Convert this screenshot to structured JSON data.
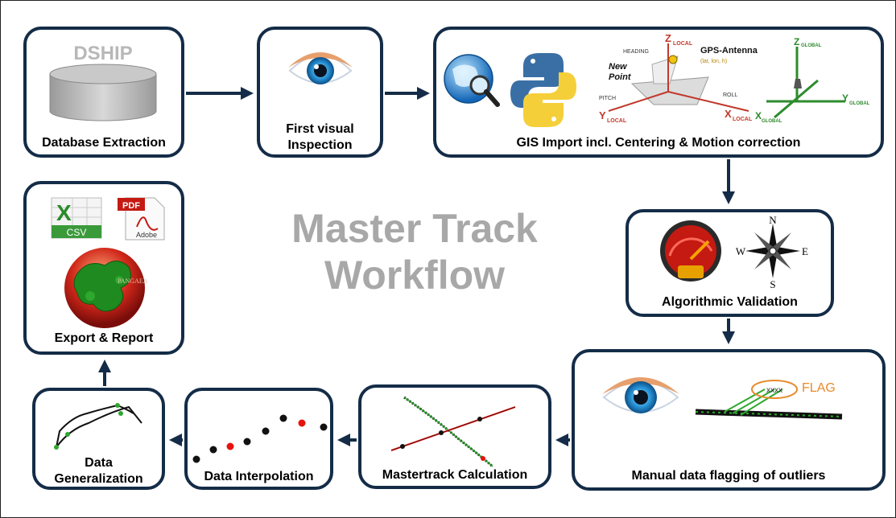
{
  "title": {
    "line1": "Master Track",
    "line2": "Workflow"
  },
  "steps": {
    "database_extraction": {
      "label": "Database Extraction",
      "icon_text": "DSHIP"
    },
    "first_visual_inspection": {
      "label_line1": "First visual",
      "label_line2": "Inspection"
    },
    "gis_import": {
      "label": "GIS Import incl. Centering & Motion correction",
      "heading": "HEADING",
      "z_local": "Z",
      "gps_antenna": "GPS-Antenna",
      "gps_coords": "(lat, lon, h)",
      "new_point_line1": "New",
      "new_point_line2": "Point",
      "pitch": "PITCH",
      "roll": "ROLL",
      "y_local": "Y",
      "x_local": "X",
      "local_sub": "LOCAL",
      "global_sub": "GLOBAL",
      "z_global": "Z",
      "y_global": "Y",
      "x_global": "X"
    },
    "algorithmic_validation": {
      "label": "Algorithmic Validation",
      "compass": {
        "n": "N",
        "s": "S",
        "e": "E",
        "w": "W"
      }
    },
    "manual_flagging": {
      "label": "Manual data flagging of outliers",
      "flag": "FLAG"
    },
    "mastertrack_calculation": {
      "label": "Mastertrack Calculation"
    },
    "data_interpolation": {
      "label": "Data Interpolation"
    },
    "data_generalization": {
      "label_line1": "Data",
      "label_line2": "Generalization"
    },
    "export_report": {
      "label": "Export & Report",
      "csv": "CSV",
      "pdf": "PDF",
      "adobe": "Adobe",
      "pangaea": "PANGAEA"
    }
  },
  "colors": {
    "box_border": "#142c47",
    "arrow": "#142c47",
    "title": "#a8a8a8",
    "highlight_red": "#e8120c",
    "flag_orange": "#e98a2b"
  },
  "icons": [
    "database-icon",
    "eye-icon",
    "globe-search-icon",
    "python-logo-icon",
    "ship-motion-diagram-icon",
    "global-axes-icon",
    "speedometer-icon",
    "compass-rose-icon",
    "flag-track-icon",
    "mastertrack-plot-icon",
    "interpolation-plot-icon",
    "generalization-plot-icon",
    "excel-csv-icon",
    "pdf-adobe-icon",
    "pangaea-logo-icon"
  ]
}
